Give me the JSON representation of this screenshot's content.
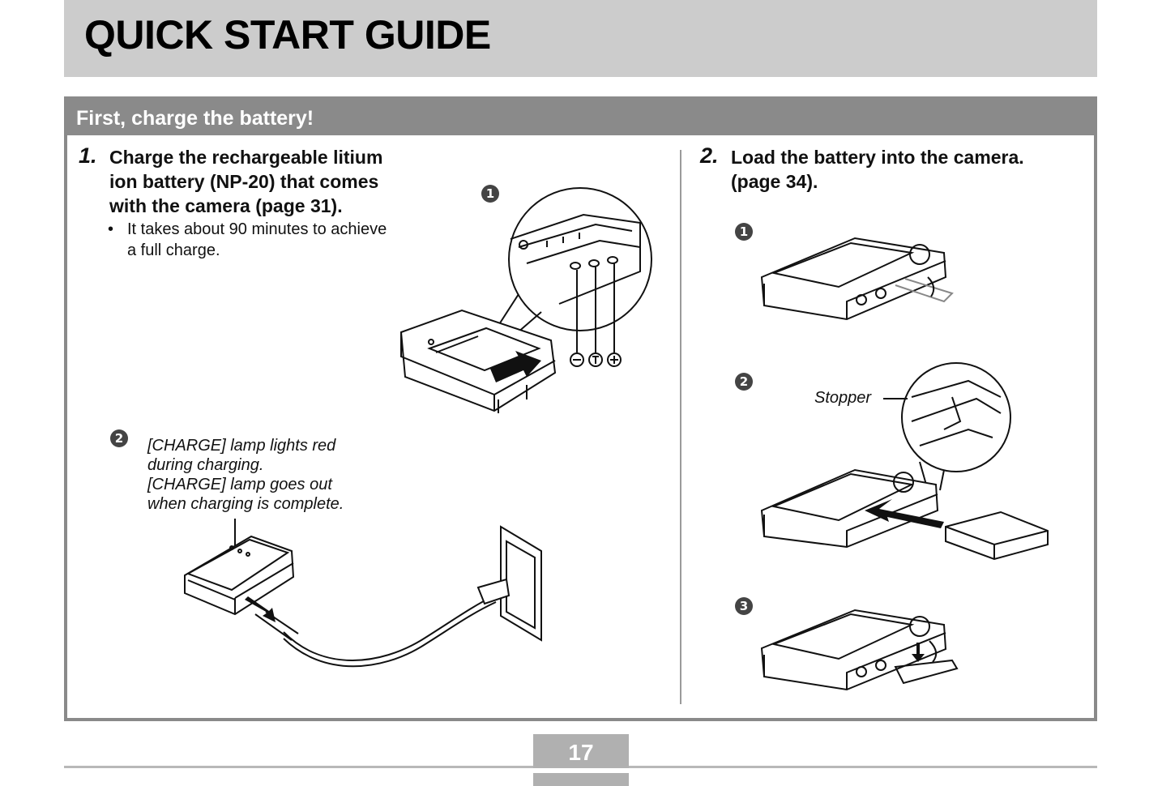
{
  "header": {
    "title": "QUICK START GUIDE"
  },
  "section": {
    "title": "First, charge the battery!"
  },
  "step1": {
    "number": "1.",
    "text": "Charge the rechargeable litium\nion battery (NP-20) that comes\nwith the camera (page 31).",
    "bullet": "•",
    "bullet_text": "It takes about 90 minutes to achieve\na full charge.",
    "marker1": "1",
    "marker2": "2",
    "charge_note": "[CHARGE] lamp lights red\nduring charging.\n[CHARGE] lamp goes out\nwhen charging is complete."
  },
  "step2": {
    "number": "2.",
    "text": "Load the battery into the camera.\n(page 34).",
    "marker1": "1",
    "marker2": "2",
    "marker3": "3",
    "stopper_label": "Stopper"
  },
  "footer": {
    "page_number": "17"
  }
}
